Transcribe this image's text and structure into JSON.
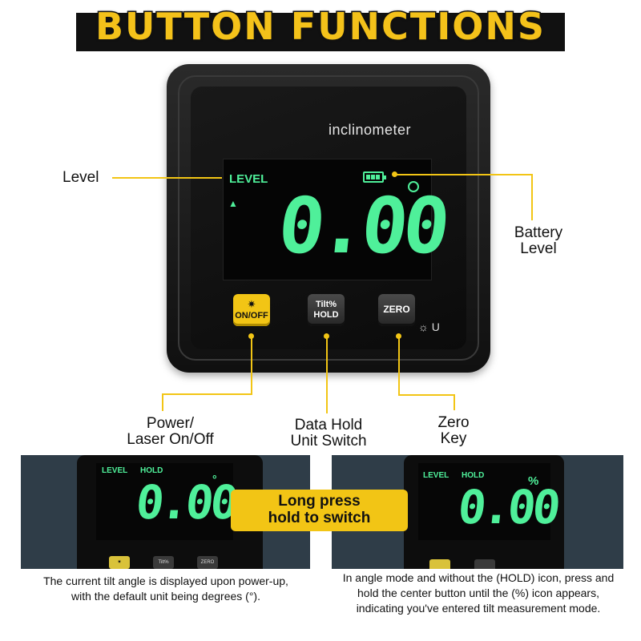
{
  "title": "BUTTON FUNCTIONS",
  "device": {
    "brand": "inclinometer",
    "lcd": {
      "mode": "LEVEL",
      "value": "0.00",
      "up_arrow": "▲",
      "down_arrow": "▼"
    },
    "buttons": {
      "power_symbol": "✷",
      "power_label": "ON/OFF",
      "hold_line1": "Tilt%",
      "hold_line2": "HOLD",
      "zero_label": "ZERO"
    },
    "icons_text": "☼ U"
  },
  "callouts": {
    "level": "Level",
    "battery_line1": "Battery",
    "battery_line2": "Level",
    "power_line1": "Power/",
    "power_line2": "Laser On/Off",
    "hold_line1": "Data Hold",
    "hold_line2": "Unit Switch",
    "zero_line1": "Zero",
    "zero_line2": "Key"
  },
  "badge": {
    "line1": "Long press",
    "line2": "hold to switch"
  },
  "left_panel": {
    "lcd_level": "LEVEL",
    "lcd_hold": "HOLD",
    "lcd_value": "0.00",
    "unit": "°",
    "btn1": "✷",
    "btn2": "Tilt%",
    "btn3": "ZERO",
    "caption": "The current tilt angle is displayed upon power-up, with the default unit being degrees (°)."
  },
  "right_panel": {
    "lcd_level": "LEVEL",
    "lcd_hold": "HOLD",
    "lcd_value": "0.00",
    "unit": "%",
    "caption": "In angle mode and without the (HOLD) icon, press and hold the center button until the (%) icon appears, indicating you've entered tilt measurement mode."
  },
  "colors": {
    "accent": "#f2c515",
    "lcd_green": "#4ff09a",
    "panel_bg": "#2f3d48"
  }
}
